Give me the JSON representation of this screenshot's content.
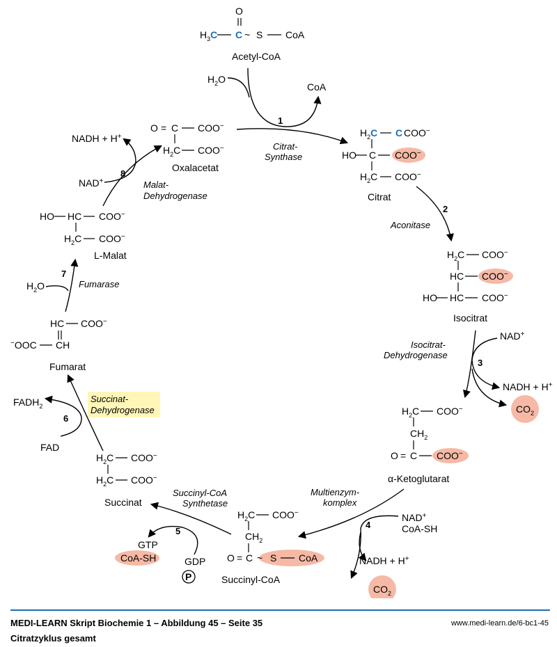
{
  "acetylcoa": {
    "o": "O",
    "h3c_a": "H",
    "h3c_b": "3",
    "h3c_c": "C",
    "c": "C",
    "tilde": "~",
    "s": "S",
    "dash": "—",
    "coa": "CoA",
    "name": "Acetyl-CoA"
  },
  "water1": {
    "h": "H",
    "sub": "2",
    "o": "O"
  },
  "coa_release": "CoA",
  "step1": {
    "num": "1",
    "enzyme1": "Citrat-",
    "enzyme2": "Synthase"
  },
  "oxalacetat": {
    "o": "O",
    "eq": "=",
    "c": "C",
    "dash": "—",
    "coo": "COO",
    "minus": "−",
    "h2c_h": "H",
    "h2c_2": "2",
    "h2c_c": "C",
    "name": "Oxalacetat"
  },
  "citrat": {
    "h2c_h": "H",
    "h2c_2": "2",
    "h2c_c": "C",
    "c": "C",
    "coo": "COO",
    "minus": "−",
    "ho": "HO",
    "dash": "—",
    "name": "Citrat"
  },
  "step2": {
    "num": "2",
    "enzyme": "Aconitase"
  },
  "isocitrat": {
    "h2c_h": "H",
    "h2c_2": "2",
    "h2c_c": "C",
    "hc": "HC",
    "coo": "COO",
    "minus": "−",
    "ho": "HO",
    "dash": "—",
    "name": "Isocitrat"
  },
  "step3": {
    "num": "3",
    "enzyme1": "Isocitrat-",
    "enzyme2": "Dehydrogenase",
    "nad": "NAD",
    "plus": "+",
    "nadh": "NADH + H",
    "co2_co": "CO",
    "co2_2": "2"
  },
  "ketoglutarat": {
    "h2c_h": "H",
    "h2c_2": "2",
    "h2c_c": "C",
    "ch2_ch": "CH",
    "ch2_2": "2",
    "o": "O",
    "eq": "=",
    "c": "C",
    "coo": "COO",
    "minus": "−",
    "dash": "—",
    "alpha": "α",
    "name": "-Ketoglutarat"
  },
  "step4": {
    "num": "4",
    "enzyme1": "Multienzym-",
    "enzyme2": "komplex",
    "nad": "NAD",
    "plus": "+",
    "coash": "CoA-SH",
    "nadh": "NADH + H",
    "co2_co": "CO",
    "co2_2": "2"
  },
  "succinylcoa": {
    "h2c_h": "H",
    "h2c_2": "2",
    "h2c_c": "C",
    "ch2_ch": "CH",
    "ch2_2": "2",
    "o": "O",
    "eq": "=",
    "c": "C",
    "tilde": "~",
    "s": "S",
    "dash": "—",
    "coa": "CoA",
    "coo": "COO",
    "minus": "−",
    "name": "Succinyl-CoA"
  },
  "step5": {
    "num": "5",
    "enzyme1": "Succinyl-CoA",
    "enzyme2": "Synthetase",
    "gtp": "GTP",
    "coash": "CoA-SH",
    "gdp": "GDP",
    "p": "P"
  },
  "succinat": {
    "h2c_h": "H",
    "h2c_2": "2",
    "h2c_c": "C",
    "coo": "COO",
    "minus": "−",
    "dash": "—",
    "name": "Succinat"
  },
  "step6": {
    "num": "6",
    "enzyme1": "Succinat-",
    "enzyme2": "Dehydrogenase",
    "fadh": "FADH",
    "fadh_2": "2",
    "fad": "FAD"
  },
  "fumarat": {
    "hc": "HC",
    "coo": "COO",
    "minus": "−",
    "dash": "—",
    "ooc": "OOC",
    "ch": "CH",
    "eq": "||",
    "name": "Fumarat"
  },
  "step7": {
    "num": "7",
    "enzyme": "Fumarase",
    "water_h": "H",
    "water_2": "2",
    "water_o": "O"
  },
  "malat": {
    "ho": "HO",
    "hc": "HC",
    "coo": "COO",
    "minus": "−",
    "h2c_h": "H",
    "h2c_2": "2",
    "h2c_c": "C",
    "dash": "—",
    "name": "L-Malat"
  },
  "step8": {
    "num": "8",
    "enzyme1": "Malat-",
    "enzyme2": "Dehydrogenase",
    "nadh": "NADH + H",
    "nad": "NAD",
    "plus": "+"
  },
  "footer": {
    "title": "MEDI-LEARN Skript Biochemie 1 – Abbildung 45 – Seite 35",
    "url": "www.medi-learn.de/6-bc1-45",
    "subtitle": "Citratzyklus gesamt"
  },
  "colors": {
    "highlight": "#f5b9a6",
    "enzyme_box": "#fff6b8",
    "carbon_blue": "#1a6fb5",
    "rule": "#1a6fb5"
  }
}
